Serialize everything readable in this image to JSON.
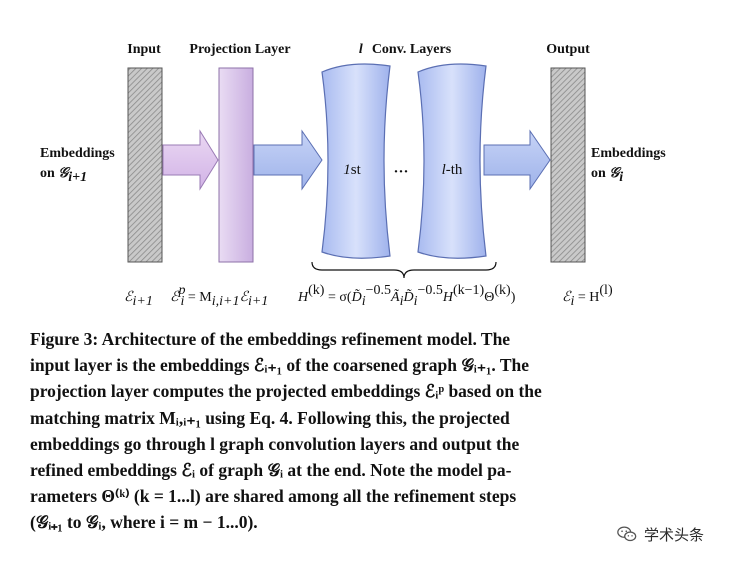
{
  "figure": {
    "headers": {
      "input": "Input",
      "projection": "Projection Layer",
      "conv": "Conv. Layers",
      "conv_prefix": "l",
      "output": "Output"
    },
    "left_label": {
      "line1": "Embeddings",
      "line2_prefix": "on ",
      "line2_math": "𝒢",
      "line2_sub": "i+1"
    },
    "right_label": {
      "line1": "Embeddings",
      "line2_prefix": "on ",
      "line2_math": "𝒢",
      "line2_sub": "i"
    },
    "conv_blocks": {
      "first": "st",
      "first_prefix": "1",
      "ellipsis": "···",
      "last_prefix": "l",
      "last": "-th"
    },
    "equations": {
      "input": "ℰ",
      "input_sub": "i+1",
      "projection": "ℰ",
      "projection_rhs": " = M",
      "projection_rhs_sub": "i,i+1",
      "projection_rhs_tail": "ℰ",
      "projection_tail_sub": "i+1",
      "conv": "H",
      "conv_sup": "(k)",
      "conv_rhs": " = σ",
      "conv_body": "D̃",
      "conv_body2": "Ã",
      "conv_body3": "D̃",
      "conv_exp": "−0.5",
      "conv_tail": "H",
      "conv_tail_sup": "(k−1)",
      "conv_theta": "Θ",
      "conv_theta_sup": "(k)",
      "output": "ℰ",
      "output_rhs": " = H",
      "output_sup": "(l)"
    },
    "colors": {
      "hatched_fill": "#a9a9a9",
      "projection_fill": "#d6c3e6",
      "conv_fill": "#b3c3f0",
      "arrow_fill": "#b7c8f2",
      "arrow_stroke": "#5b6fb3"
    }
  },
  "caption": {
    "label": "Figure 3:",
    "lines": [
      " Architecture of the embeddings refinement model. The",
      "input layer is the embeddings ℰᵢ₊₁ of the coarsened graph 𝒢ᵢ₊₁. The",
      "projection layer computes the projected embeddings ℰᵢᵖ based on the",
      "matching matrix Mᵢ,ᵢ₊₁ using Eq. 4. Following this, the projected",
      "embeddings go through l graph convolution layers and output the",
      "refined embeddings ℰᵢ of graph 𝒢ᵢ at the end. Note the model pa-",
      "rameters Θ⁽ᵏ⁾ (k = 1...l) are shared among all the refinement steps",
      "(𝒢ᵢ₊₁ to 𝒢ᵢ, where i = m − 1...0)."
    ]
  },
  "watermark": {
    "text": "学术头条",
    "icon": "wechat-icon"
  }
}
